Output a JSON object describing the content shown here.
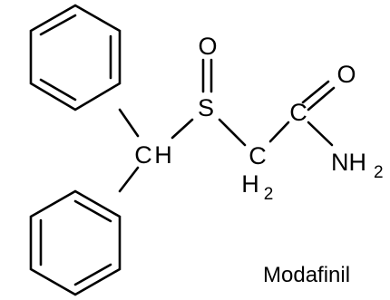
{
  "molecule": {
    "name": "Modafinil",
    "atoms": {
      "O_sulfoxide": "O",
      "S": "S",
      "CH_main": "C",
      "CH_h": "H",
      "C_carbonyl": "C",
      "O_carbonyl": "O",
      "CH2_c": "C",
      "CH2_h": "H",
      "CH2_sub": "2",
      "NH2_n": "NH",
      "NH2_sub": "2"
    }
  },
  "colors": {
    "ink": "#000000",
    "background": "#ffffff"
  }
}
